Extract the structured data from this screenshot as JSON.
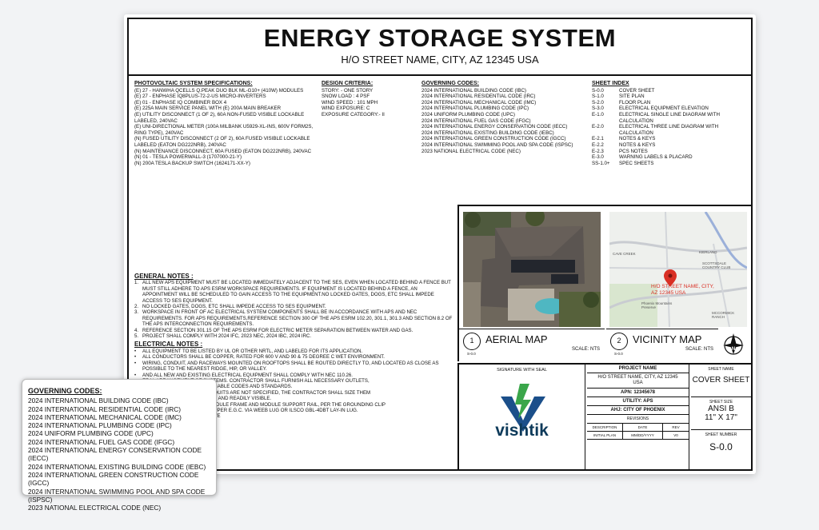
{
  "title": "ENERGY STORAGE SYSTEM",
  "subtitle": "H/O STREET NAME, CITY, AZ 12345 USA",
  "pv_specs": {
    "heading": "PHOTOVOLTAIC SYSTEM SPECIFICATIONS:",
    "items": [
      "(E) 27 - HANWHA QCELLS Q.PEAK DUO BLK ML-G10+ (410W) MODULES",
      "(E) 27 - ENPHASE IQ8PLUS-72-2-US MICRO-INVERTERS",
      "(E) 01 - ENPHASE IQ COMBINER BOX 4",
      "(E) 225A MAIN SERVICE PANEL WITH (E) 200A MAIN BREAKER",
      "(E) UTILITY DISCONNECT (1 OF 2), 60A NON-FUSED VISIBLE LOCKABLE LABELED, 240VAC",
      "(E) UNI-DIRECTIONAL METER (100A MILBANK U5929-XL-INS, 600V FORM2S, RING TYPE), 240VAC",
      "(N) FUSED UTILITY DISCONNECT (2 OF 2), 60A FUSED VISIBLE LOCKABLE LABELED (EATON DG222NRB), 240VAC",
      "(N) MAINTENANCE DISCONNECT, 60A FUSED (EATON DG222NRB), 240VAC",
      "(N) 01 - TESLA POWERWALL-3 (1707000-21-Y)",
      "(N) 200A TESLA BACKUP SWITCH (1624171-XX-Y)"
    ]
  },
  "design_criteria": {
    "heading": "DESIGN CRITERIA:",
    "items": [
      "STORY: - ONE STORY",
      "SNOW LOAD : 4 PSF",
      "WIND SPEED : 101 MPH",
      "WIND EXPOSURE: C",
      "EXPOSURE CATEGORY:- II"
    ]
  },
  "governing_codes": {
    "heading": "GOVERNING CODES:",
    "items": [
      "2024 INTERNATIONAL BUILDING CODE (IBC)",
      "2024 INTERNATIONAL RESIDENTIAL CODE (IRC)",
      "2024 INTERNATIONAL MECHANICAL CODE (IMC)",
      "2024 INTERNATIONAL PLUMBING CODE (IPC)",
      "2024 UNIFORM PLUMBING CODE (UPC)",
      "2024 INTERNATIONAL FUEL GAS CODE (IFGC)",
      "2024 INTERNATIONAL ENERGY CONSERVATION CODE (IECC)",
      "2024 INTERNATIONAL EXISTING BUILDING CODE (IEBC)",
      "2024 INTERNATIONAL GREEN CONSTRUCTION CODE (IGCC)",
      "2024 INTERNATIONAL SWIMMING POOL AND SPA CODE (ISPSC)",
      "2023 NATIONAL ELECTRICAL CODE (NEC)"
    ]
  },
  "sheet_index": {
    "heading": "SHEET INDEX",
    "rows": [
      {
        "code": "S-0.0",
        "name": "COVER SHEET"
      },
      {
        "code": "S-1.0",
        "name": "SITE PLAN"
      },
      {
        "code": "S-2.0",
        "name": "FLOOR PLAN"
      },
      {
        "code": "S-3.0",
        "name": "ELECTRICAL EQUIPMENT ELEVATION"
      },
      {
        "code": "E-1.0",
        "name": "ELECTRICAL SINGLE LINE DIAGRAM WITH CALCULATION"
      },
      {
        "code": "E-2.0",
        "name": "ELECTRICAL THREE LINE DIAGRAM WITH CALCULATION"
      },
      {
        "code": "E-2.1",
        "name": "NOTES & KEYS"
      },
      {
        "code": "E-2.2",
        "name": "NOTES & KEYS"
      },
      {
        "code": "E-2.3",
        "name": "PCS NOTES"
      },
      {
        "code": "E-3.0",
        "name": "WARNING LABELS & PLACARD"
      },
      {
        "code": "SS-1.0+",
        "name": "SPEC SHEETS"
      }
    ]
  },
  "general_notes": {
    "heading": "GENERAL NOTES :",
    "items": [
      {
        "k": "1.",
        "t": "ALL NEW APS EQUIPMENT MUST BE LOCATED IMMEDIATELY ADJACENT TO THE SES, EVEN WHEN LOCATED BEHIND A FENCE BUT MUST STILL ADHERE TO APS ESRM WORKSPACE REQUIREMENTS. IF EQUIPMENT IS LOCATED BEHIND A FENCE, AN APPOINTMENT WILL BE SCHEDULED TO GAIN ACCESS TO THE EQUIPMENT.NO LOCKED GATES, DOGS, ETC SHALL IMPEDE ACCESS TO SES EQUIPMENT."
      },
      {
        "k": "2.",
        "t": "NO LOCKED GATES, DOGS, ETC SHALL IMPEDE ACCESS TO SES EQUIPMENT."
      },
      {
        "k": "3.",
        "t": "WORKSPACE IN FRONT OF AC ELECTRICAL SYSTEM COMPONENTS SHALL BE IN ACCORDANCE WITH APS AND NEC REQUIREMENTS. FOR APS REQUIREMENTS,REFERENCE SECTION 300 OF THE APS ESRM 102.20, 301.1, 301.3 AND SECTION 8.2 OF THE APS INTERCONNECTION REQUIREMENTS."
      },
      {
        "k": "4.",
        "t": "REFERENCE SECTION 301.15 OF THE APS ESRM FOR ELECTRIC METER SEPARATION BETWEEN WATER AND GAS."
      },
      {
        "k": "5.",
        "t": "PROJECT SHALL COMPLY WITH 2024 IFC, 2023 NEC, 2024 IBC, 2024 IRC."
      }
    ]
  },
  "electrical_notes": {
    "heading": "ELECTRICAL NOTES :",
    "items": [
      "ALL EQUIPMENT TO BE LISTED BY UL OR OTHER NRTL, AND LABELED FOR ITS APPLICATION.",
      "ALL CONDUCTORS SHALL BE COPPER, RATED FOR 600 V AND 90 & 75 DEGREE C WET ENVIRONMENT.",
      "WIRING, CONDUIT, AND RACEWAYS MOUNTED ON ROOFTOPS SHALL BE ROUTED DIRECTLY TO, AND LOCATED AS CLOSE AS POSSIBLE TO THE NEAREST RIDGE, HIP, OR VALLEY.",
      "AND ALL NEW AND EXISTING ELECTRICAL EQUIPMENT SHALL COMPLY WITH NEC 110.26.",
      "ERAL ARRANGEMENT OF SYSTEMS. CONTRACTOR SHALL FURNISH ALL NECESSARY OUTLETS,",
      "CESSORIES TO FULFILL APPLICABLE CODES AND STANDARDS.",
      "BOXES, RACEWAYS, AND CONDUITS ARE NOT SPECIFIED, THE CONTRACTOR SHALL SIZE THEM",
      "L BE APPROPRIATELY LABELED AND READILY VISIBLE.",
      "D BE INSTALLED BETWEEN MODULE FRAME AND MODULE SUPPORT RAIL, PER THE GROUNDING CLIP",
      "BONDED TO CONTINUOUS COPPER E.G.C. VIA WEEB LUG OR ILSCO GBL-4DBT LAY-IN LUG.",
      "DED CONDUCTORS IS NEGATIVE"
    ]
  },
  "aerial_map": {
    "num": "1",
    "label": "AERIAL MAP",
    "scale": "SCALE: NTS",
    "sheet": "S-0.0"
  },
  "vicinity_map": {
    "num": "2",
    "label": "VICINITY MAP",
    "scale": "SCALE: NTS",
    "sheet": "S-0.0",
    "pin_text": "H/O STREET NAME, CITY, AZ 12345 USA",
    "labels": [
      "CAVE CREEK",
      "KIERLAND",
      "SCOTTSDALE COUNTRY CLUB",
      "Phoenix Mountains Preserve",
      "MCCORMICK RANCH"
    ]
  },
  "title_block": {
    "signature_label": "SIGNATURE WITH SEAL",
    "logo_text": "vishtik",
    "project_name_label": "PROJECT NAME",
    "project_name": "H/O STREET NAME, CITY, AZ 12345 USA",
    "apn": "APN: 12345678",
    "utility": "UTILITY: APS",
    "ahj": "AHJ: CITY OF PHOENIX",
    "revisions_label": "REVISIONS",
    "rev_headers": [
      "DESCRIPTION",
      "DATE",
      "REV"
    ],
    "rev_row": [
      "INITIAL PLAN",
      "MM/DD/YYYY",
      "V0"
    ],
    "sheet_name_label": "SHEET NAME",
    "sheet_name": "COVER SHEET",
    "sheet_size_label": "SHEET SIZE",
    "sheet_size": "ANSI B",
    "sheet_dims": "11\" X 17\"",
    "sheet_number_label": "SHEET NUMBER",
    "sheet_number": "S-0.0"
  },
  "overlay": {
    "heading": "GOVERNING CODES:",
    "items": [
      "2024 INTERNATIONAL BUILDING CODE (IBC)",
      "2024 INTERNATIONAL RESIDENTIAL CODE (IRC)",
      "2024 INTERNATIONAL MECHANICAL CODE (IMC)",
      "2024 INTERNATIONAL PLUMBING CODE (IPC)",
      "2024 UNIFORM PLUMBING CODE (UPC)",
      "2024 INTERNATIONAL FUEL GAS CODE (IFGC)",
      "2024 INTERNATIONAL ENERGY CONSERVATION CODE (IECC)",
      "2024 INTERNATIONAL EXISTING BUILDING CODE (IEBC)",
      "2024 INTERNATIONAL GREEN CONSTRUCTION CODE (IGCC)",
      "2024 INTERNATIONAL SWIMMING POOL AND SPA CODE (ISPSC)",
      "2023 NATIONAL ELECTRICAL CODE (NEC)"
    ]
  },
  "colors": {
    "pin": "#d93025",
    "logo_green": "#3aa64a",
    "logo_blue": "#1b4f8a"
  }
}
